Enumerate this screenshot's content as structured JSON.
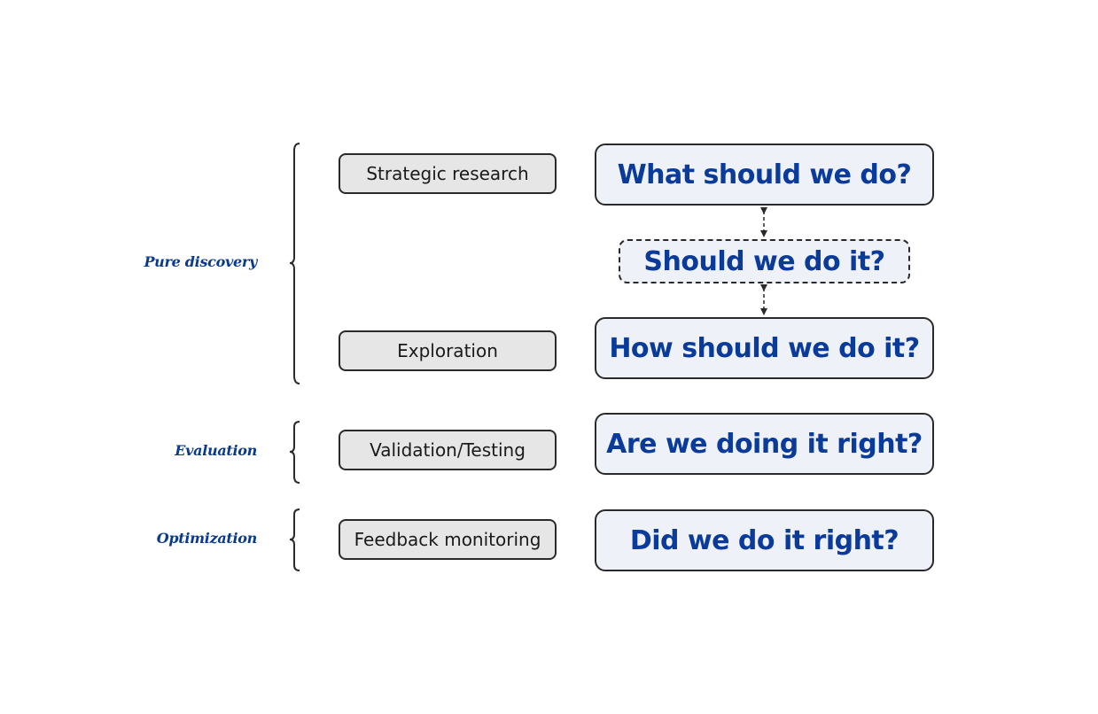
{
  "phases": {
    "pure_discovery": "Pure discovery",
    "evaluation": "Evaluation",
    "optimization": "Optimization"
  },
  "methods": {
    "strategic_research": "Strategic research",
    "exploration": "Exploration",
    "validation_testing": "Validation/Testing",
    "feedback_monitoring": "Feedback monitoring"
  },
  "questions": {
    "what": "What should we do?",
    "should": "Should we do it?",
    "how": "How should we do it?",
    "right": "Are we doing it right?",
    "did": "Did we do it right?"
  },
  "colors": {
    "question_text": "#0a3a9a",
    "phase_text": "#0a3a8c",
    "method_fill": "#e6e6e6",
    "question_fill": "#eef2f8",
    "outline": "#2a2a2a"
  }
}
